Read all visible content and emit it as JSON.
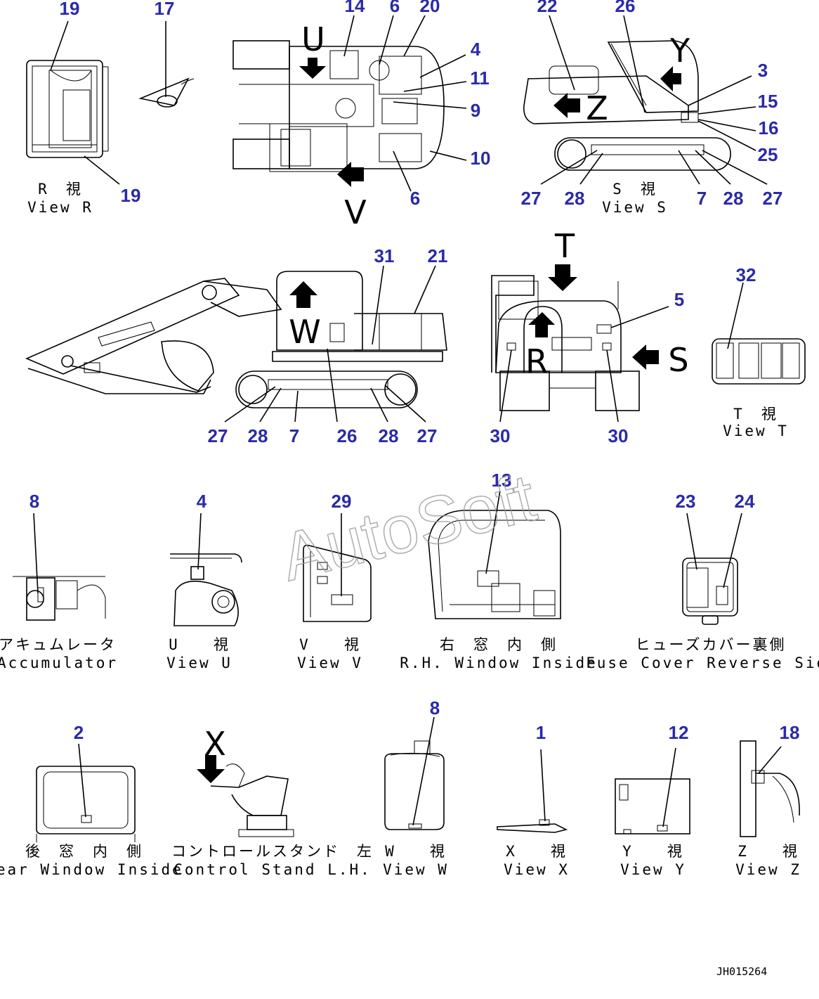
{
  "watermark": "AutoSoft",
  "drawing_code": "JH015264",
  "accent_color": "#2a2aa8",
  "callouts": {
    "c1": "1",
    "c2": "2",
    "c3": "3",
    "c4a": "4",
    "c4b": "4",
    "c5": "5",
    "c6a": "6",
    "c6b": "6",
    "c7a": "7",
    "c7b": "7",
    "c8a": "8",
    "c8b": "8",
    "c9": "9",
    "c10": "10",
    "c11": "11",
    "c12": "12",
    "c13": "13",
    "c14": "14",
    "c15": "15",
    "c16": "16",
    "c17": "17",
    "c18": "18",
    "c19a": "19",
    "c19b": "19",
    "c20": "20",
    "c21": "21",
    "c22": "22",
    "c23": "23",
    "c24": "24",
    "c25": "25",
    "c26a": "26",
    "c26b": "26",
    "c27a": "27",
    "c27b": "27",
    "c27c": "27",
    "c27d": "27",
    "c28a": "28",
    "c28b": "28",
    "c28c": "28",
    "c28d": "28",
    "c29": "29",
    "c30a": "30",
    "c30b": "30",
    "c31": "31",
    "c32": "32"
  },
  "view_letters": {
    "U": "U",
    "V": "V",
    "Y": "Y",
    "Z": "Z",
    "T": "T",
    "R": "R",
    "S": "S",
    "W": "W",
    "X": "X"
  },
  "captions": {
    "view_r_jp": "R　視",
    "view_r_en": "View R",
    "view_s_jp": "S　視",
    "view_s_en": "View S",
    "view_t_jp": "T　視",
    "view_t_en": "View T",
    "accum_jp": "アキュムレータ",
    "accum_en": "Accumulator",
    "view_u_jp": "U　　視",
    "view_u_en": "View U",
    "view_v_jp": "V　　視",
    "view_v_en": "View V",
    "rh_window_jp": "右　窓　内　側",
    "rh_window_en": "R.H. Window Inside",
    "fuse_jp": "ヒューズカバー裏側",
    "fuse_en": "Fuse Cover Reverse Side",
    "rear_window_jp": "後　窓　内　側",
    "rear_window_en": "Rear Window Inside",
    "control_jp": "コントロールスタンド　左",
    "control_en": "Control Stand L.H.",
    "view_w_jp": "W　　視",
    "view_w_en": "View W",
    "view_x_jp": "X　　視",
    "view_x_en": "View X",
    "view_y_jp": "Y　　視",
    "view_y_en": "View Y",
    "view_z_jp": "Z　　視",
    "view_z_en": "View Z"
  }
}
